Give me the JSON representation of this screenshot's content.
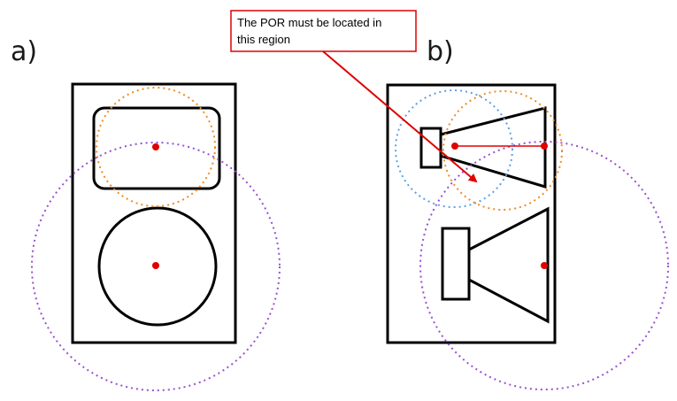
{
  "panels": {
    "a": {
      "label": "a)"
    },
    "b": {
      "label": "b)"
    }
  },
  "callout": {
    "line1": "The POR must be located in",
    "line2": "this region"
  },
  "colors": {
    "outline": "#000000",
    "point": "#e00000",
    "orange_circle": "#f08a24",
    "purple_circle": "#9a4fd0",
    "blue_circle": "#5aa0e6",
    "callout_border": "#e00000",
    "arrow": "#e00000"
  }
}
